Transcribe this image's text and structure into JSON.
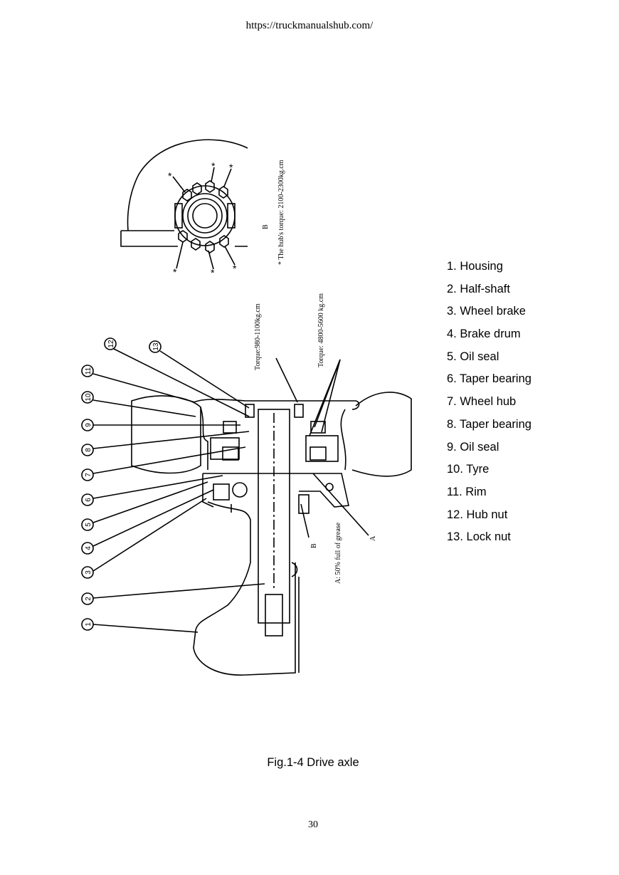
{
  "header": {
    "url": "https://truckmanualshub.com/"
  },
  "figure": {
    "caption": "Fig.1-4 Drive axle",
    "parts": [
      "1. Housing",
      "2. Half-shaft",
      "3. Wheel brake",
      "4. Brake drum",
      "5. Oil seal",
      "6. Taper bearing",
      "7. Wheel hub",
      "8. Taper bearing",
      "9. Oil seal",
      "10. Tyre",
      "11. Rim",
      "12. Hub nut",
      "13. Lock nut"
    ],
    "annotations": {
      "hub_torque": "* The hub's torque: 2100-2300kg.cm",
      "view_b": "B",
      "torque_left": "Torque:980-1100kg.cm",
      "torque_right": "Torque: 4800-5600 kg.cm",
      "grease": "A: 50% full of grease",
      "label_b": "B",
      "label_a": "A",
      "star": "*"
    },
    "callouts": [
      "1",
      "2",
      "3",
      "4",
      "5",
      "6",
      "7",
      "8",
      "9",
      "10",
      "11",
      "12",
      "13"
    ]
  },
  "footer": {
    "page_number": "30"
  }
}
